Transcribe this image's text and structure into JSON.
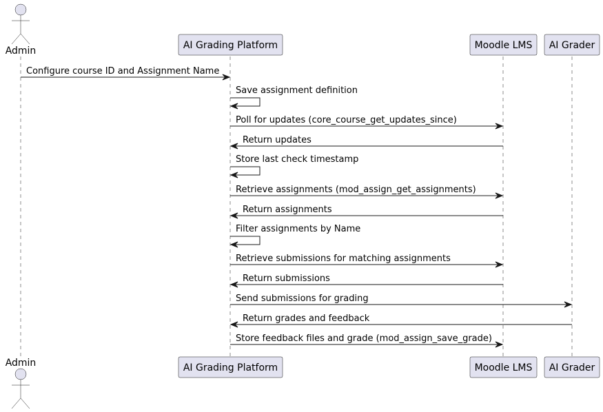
{
  "participants": [
    {
      "id": "admin",
      "label": "Admin",
      "kind": "actor"
    },
    {
      "id": "platform",
      "label": "AI Grading Platform",
      "kind": "participant"
    },
    {
      "id": "moodle",
      "label": "Moodle LMS",
      "kind": "participant"
    },
    {
      "id": "grader",
      "label": "AI Grader",
      "kind": "participant"
    }
  ],
  "messages": [
    {
      "from": "admin",
      "to": "platform",
      "label": "Configure course ID and Assignment Name"
    },
    {
      "from": "platform",
      "to": "platform",
      "label": "Save assignment definition"
    },
    {
      "from": "platform",
      "to": "moodle",
      "label": "Poll for updates (core_course_get_updates_since)"
    },
    {
      "from": "moodle",
      "to": "platform",
      "label": "Return updates"
    },
    {
      "from": "platform",
      "to": "platform",
      "label": "Store last check timestamp"
    },
    {
      "from": "platform",
      "to": "moodle",
      "label": "Retrieve assignments (mod_assign_get_assignments)"
    },
    {
      "from": "moodle",
      "to": "platform",
      "label": "Return assignments"
    },
    {
      "from": "platform",
      "to": "platform",
      "label": "Filter assignments by Name"
    },
    {
      "from": "platform",
      "to": "moodle",
      "label": "Retrieve submissions for matching assignments"
    },
    {
      "from": "moodle",
      "to": "platform",
      "label": "Return submissions"
    },
    {
      "from": "platform",
      "to": "grader",
      "label": "Send submissions for grading"
    },
    {
      "from": "grader",
      "to": "platform",
      "label": "Return grades and feedback"
    },
    {
      "from": "platform",
      "to": "moodle",
      "label": "Store feedback files and grade (mod_assign_save_grade)"
    }
  ],
  "colors": {
    "participant_fill": "#E2E2F0",
    "line": "#181818"
  }
}
